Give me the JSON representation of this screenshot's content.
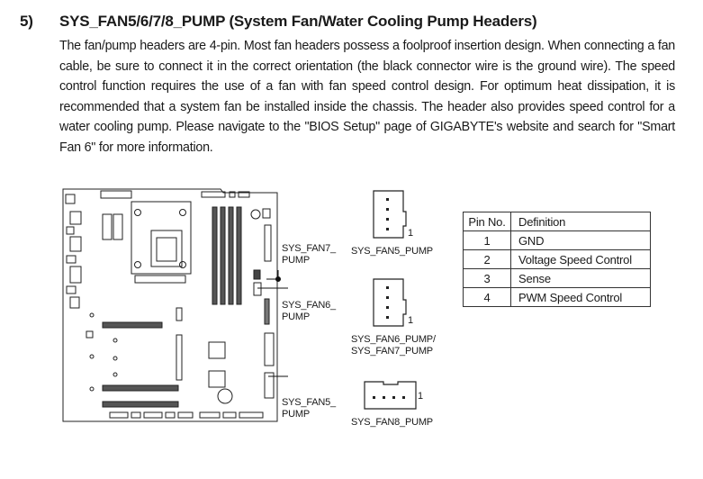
{
  "section": {
    "number": "5)",
    "title": "SYS_FAN5/6/7/8_PUMP (System Fan/Water Cooling Pump Headers)",
    "body": "The fan/pump headers are 4-pin. Most fan headers possess a foolproof insertion design. When connecting a fan cable, be sure to connect it in the correct orientation (the black connector wire is the ground wire). The speed control function requires the use of a fan with fan speed control design. For optimum heat dissipation, it is recommended that a system fan be installed inside the chassis. The header also provides speed control for a water cooling pump. Please navigate to the \"BIOS Setup\" page of GIGABYTE's website and search for \"Smart Fan 6\" for more information."
  },
  "board_callouts": {
    "fan7": "SYS_FAN7_\nPUMP",
    "fan6": "SYS_FAN6_\nPUMP",
    "fan5": "SYS_FAN5_\nPUMP"
  },
  "connectors": {
    "fan5": {
      "caption": "SYS_FAN5_PUMP",
      "pin1": "1"
    },
    "fan67": {
      "caption": "SYS_FAN6_PUMP/\nSYS_FAN7_PUMP",
      "pin1": "1"
    },
    "fan8": {
      "caption": "SYS_FAN8_PUMP",
      "pin1": "1"
    }
  },
  "pin_table": {
    "headers": [
      "Pin No.",
      "Definition"
    ],
    "rows": [
      [
        "1",
        "GND"
      ],
      [
        "2",
        "Voltage Speed Control"
      ],
      [
        "3",
        "Sense"
      ],
      [
        "4",
        "PWM Speed Control"
      ]
    ]
  }
}
